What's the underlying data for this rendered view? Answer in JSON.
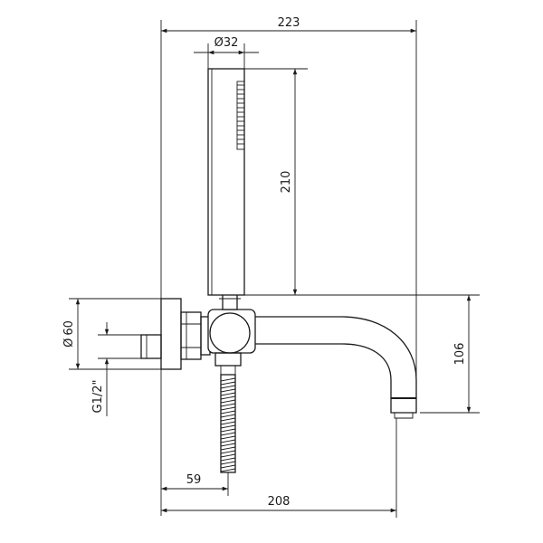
{
  "drawing": {
    "dimensions": {
      "overall_width": "223",
      "handshower_diameter": "Ø32",
      "handshower_length": "210",
      "flange_diameter": "60",
      "flange_diameter_symbol": "Ø",
      "spout_height": "106",
      "thread_size": "G1/2\"",
      "hose_offset": "59",
      "spout_projection": "208"
    }
  }
}
